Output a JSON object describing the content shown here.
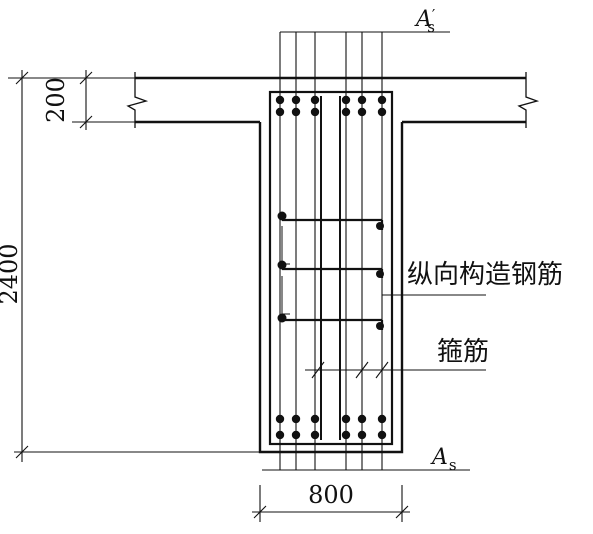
{
  "diagram": {
    "labels": {
      "top_rebar_symbol": "A",
      "top_rebar_prime": "′",
      "top_rebar_sub": "s",
      "bottom_rebar_symbol": "A",
      "bottom_rebar_sub": "s",
      "longitudinal_bars": "纵向构造钢筋",
      "stirrups": "箍筋"
    },
    "dimensions": {
      "total_height": "2400",
      "flange_thickness": "200",
      "web_width": "800"
    },
    "colors": {
      "line": "#111111",
      "background": "#ffffff"
    }
  }
}
